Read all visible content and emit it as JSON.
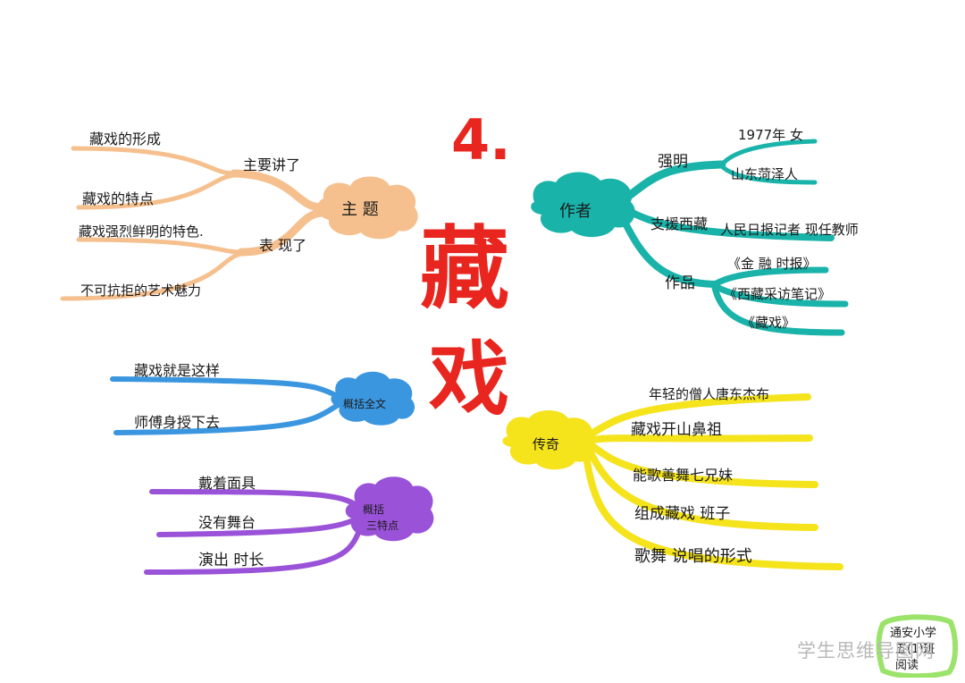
{
  "title": {
    "number": "4.",
    "line1": "藏",
    "line2": "戏"
  },
  "branches": {
    "theme": {
      "label": "主 题",
      "color": "#f6c08e",
      "sub": [
        {
          "label": "主要讲了",
          "leaves": [
            "藏戏的形成",
            "藏戏的特点"
          ]
        },
        {
          "label": "表 现了",
          "leaves": [
            "藏戏强烈鲜明的特色.",
            "不可抗拒的艺术魅力"
          ]
        }
      ]
    },
    "author": {
      "label": "作者",
      "color": "#19b3aa",
      "sub": [
        {
          "label": "强明",
          "leaves": [
            "1977年  女",
            "山东菏泽人"
          ]
        },
        {
          "label": "支援西藏",
          "leaves": [
            "人民日报记者   现任教师"
          ]
        },
        {
          "label": "作品",
          "leaves": [
            "《金 融 时报》",
            "《西藏采访笔记》",
            "《藏戏》"
          ]
        }
      ]
    },
    "summary": {
      "label": "概括全文",
      "color": "#3b96e0",
      "leaves": [
        "藏戏就是这样",
        "师傅身授下去"
      ]
    },
    "legend": {
      "label": "传奇",
      "color": "#f5e31c",
      "leaves": [
        "年轻的僧人唐东杰布",
        "藏戏开山鼻祖",
        "能歌善舞七兄妹",
        "组成藏戏 班子",
        "歌舞 说唱的形式"
      ]
    },
    "features": {
      "label_line1": "概括",
      "label_line2": "三特点",
      "color": "#9a52d8",
      "leaves": [
        "戴着面具",
        "没有舞台",
        "演出 时长"
      ]
    }
  },
  "watermark": "学生思维导图网",
  "stamp": {
    "line1": "通安小学",
    "line2": "五(1)班",
    "line3": "阅读"
  },
  "colors": {
    "title": "#e8261f",
    "stamp_border": "#9be36a"
  }
}
